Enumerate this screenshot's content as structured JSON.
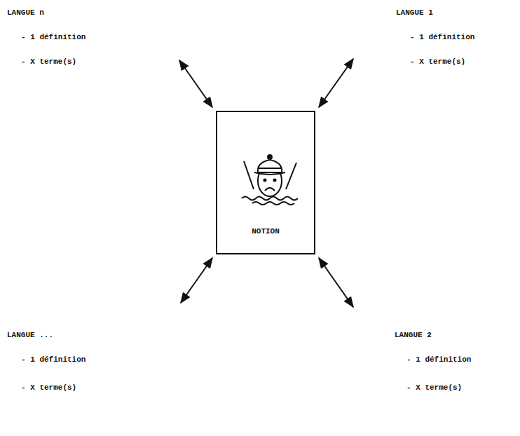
{
  "diagram": {
    "nodes": [
      {
        "text": [
          "NOTION"
        ]
      }
    ],
    "labels": [
      "LANGUE n",
      "- 1 définition",
      "- X terme(s)",
      "LANGUE 1",
      "- 1 définition",
      "- X terme(s)",
      "LANGUE ...",
      "- 1 définition",
      "- X terme(s)",
      "LANGUE 2",
      "- 1 définition",
      "- X terme(s)"
    ]
  }
}
